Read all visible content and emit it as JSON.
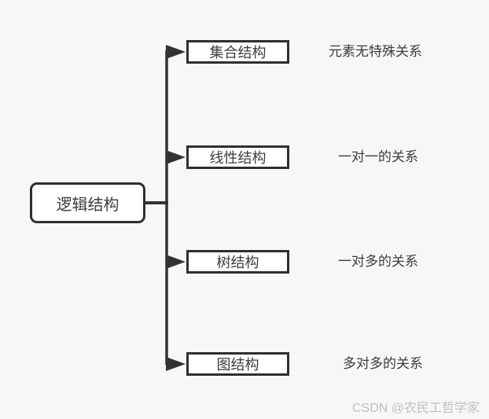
{
  "diagram": {
    "root": {
      "label": "逻辑结构"
    },
    "children": [
      {
        "label": "集合结构",
        "note": "元素无特殊关系"
      },
      {
        "label": "线性结构",
        "note": "一对一的关系"
      },
      {
        "label": "树结构",
        "note": "一对多的关系"
      },
      {
        "label": "图结构",
        "note": "多对多的关系"
      }
    ]
  },
  "watermark": "CSDN @农民工哲学家",
  "colors": {
    "background": "#f7f7f7",
    "line": "#333333",
    "box_border": "#2f2f2f",
    "box_fill": "#ffffff",
    "text": "#3d3d3d",
    "watermark": "#bdbdbd"
  }
}
